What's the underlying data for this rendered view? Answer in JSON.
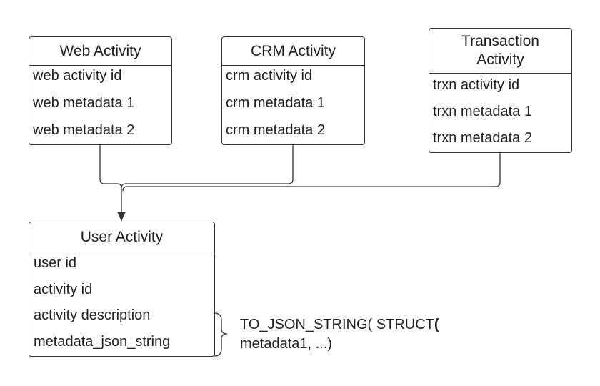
{
  "entities": {
    "web": {
      "title": "Web Activity",
      "fields": [
        "web activity id",
        "web metadata 1",
        "web metadata 2"
      ]
    },
    "crm": {
      "title": "CRM Activity",
      "fields": [
        "crm activity id",
        "crm metadata 1",
        "crm metadata 2"
      ]
    },
    "trxn": {
      "title_line1": "Transaction",
      "title_line2": "Activity",
      "fields": [
        "trxn activity id",
        "trxn metadata 1",
        "trxn metadata 2"
      ]
    },
    "user": {
      "title": "User Activity",
      "fields": [
        "user id",
        "activity id",
        "activity description",
        "metadata_json_string"
      ]
    }
  },
  "annotation": {
    "line1_text": "TO_JSON_STRING( STRUCT",
    "line1_paren": "(",
    "line2_text": "metadata1, ...)"
  },
  "colors": {
    "line": "#333333",
    "text": "#1f1f1f"
  }
}
